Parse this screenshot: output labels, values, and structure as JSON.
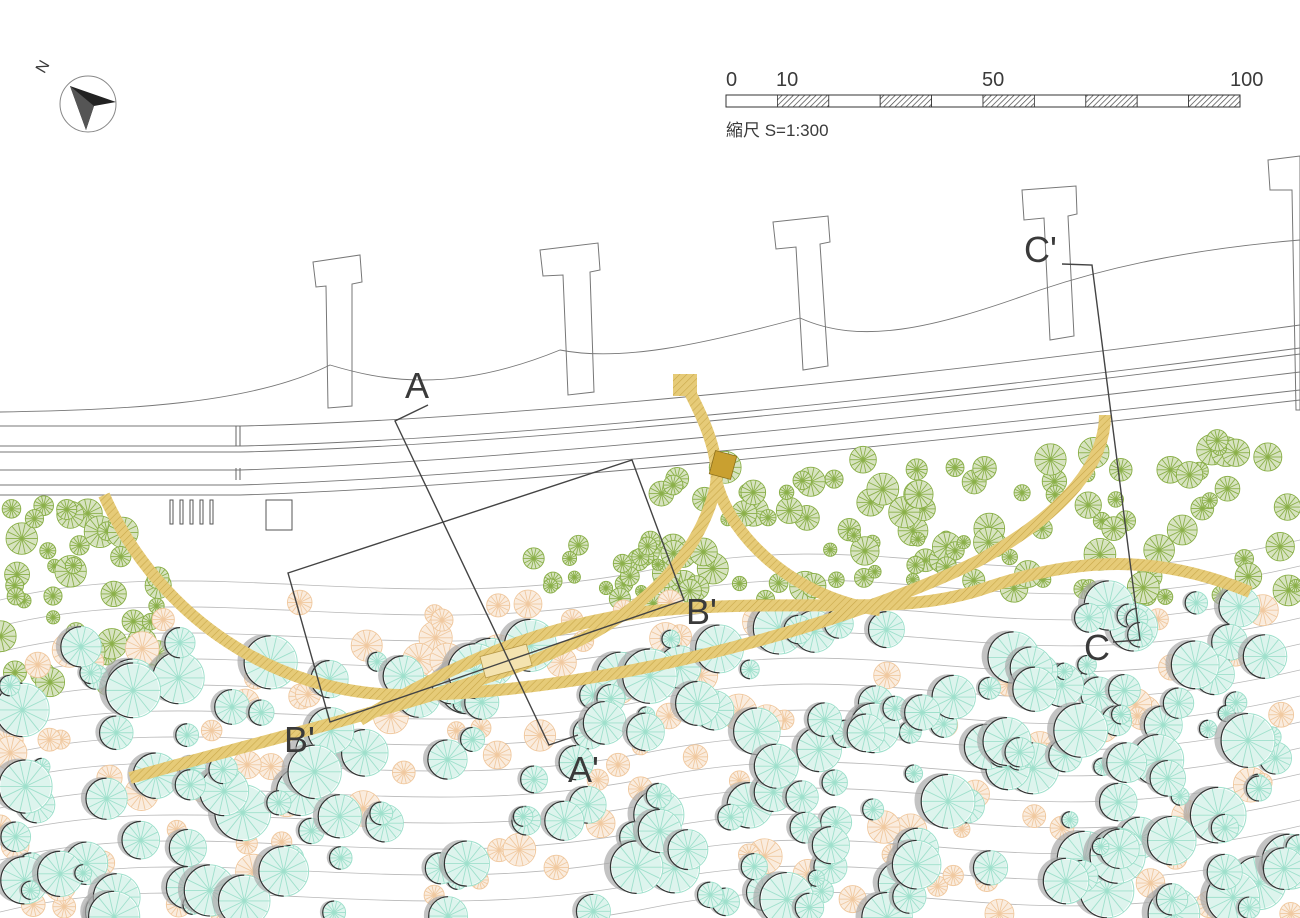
{
  "north_arrow": {
    "label": "N"
  },
  "scale_bar": {
    "ticks": [
      "0",
      "10",
      "50",
      "100"
    ],
    "caption": "縮尺 S=1:300"
  },
  "sections": [
    {
      "start": "A",
      "end": "A'"
    },
    {
      "start": "B'",
      "end": "B'"
    },
    {
      "start": "C",
      "end": "C'"
    }
  ],
  "colors": {
    "path": "#e2c46a",
    "path_hatch": "#c9a84a",
    "pavilion": "#c9a030",
    "tree_olive": "#8bb04a",
    "tree_mint": "#9fe0cc",
    "tree_tan": "#f0c9a0",
    "tree_shadow": "#a9a9a9",
    "line": "#8a8a8a",
    "section_line": "#444444"
  }
}
